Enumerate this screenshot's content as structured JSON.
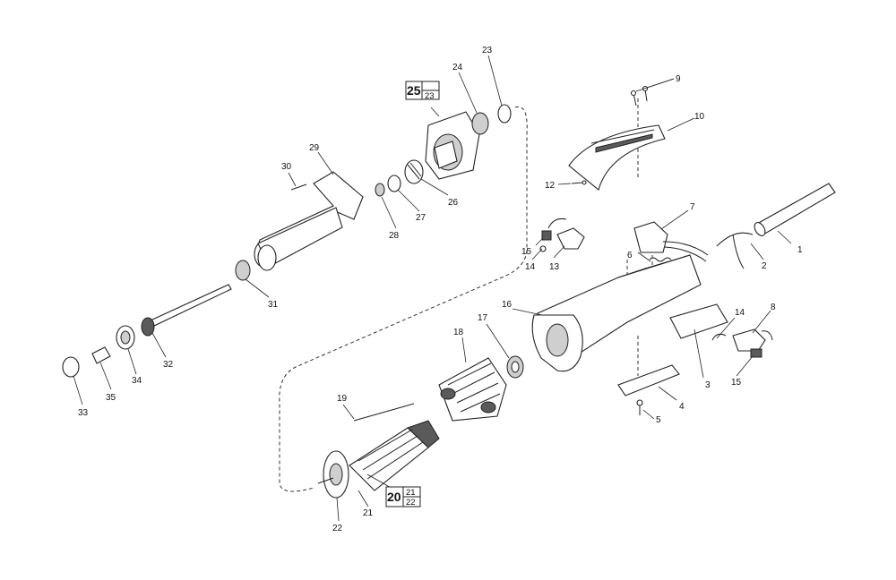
{
  "callouts": {
    "p1": "1",
    "p2": "2",
    "p3": "3",
    "p4": "4",
    "p5": "5",
    "p6": "6",
    "p7": "7",
    "p8": "8",
    "p9": "9",
    "p10": "10",
    "p12": "12",
    "p13": "13",
    "p14a": "14",
    "p14b": "14",
    "p15a": "15",
    "p15b": "15",
    "p16": "16",
    "p17": "17",
    "p18": "18",
    "p19": "19",
    "p21": "21",
    "p22": "22",
    "p23": "23",
    "p24": "24",
    "p26": "26",
    "p27": "27",
    "p28": "28",
    "p29": "29",
    "p30": "30",
    "p31": "31",
    "p32": "32",
    "p33": "33",
    "p34": "34",
    "p35": "35"
  },
  "boxes": {
    "b25": {
      "main": "25",
      "sub_bottom": "23"
    },
    "b20": {
      "main": "20",
      "sub_top": "21",
      "sub_bottom": "22"
    }
  }
}
